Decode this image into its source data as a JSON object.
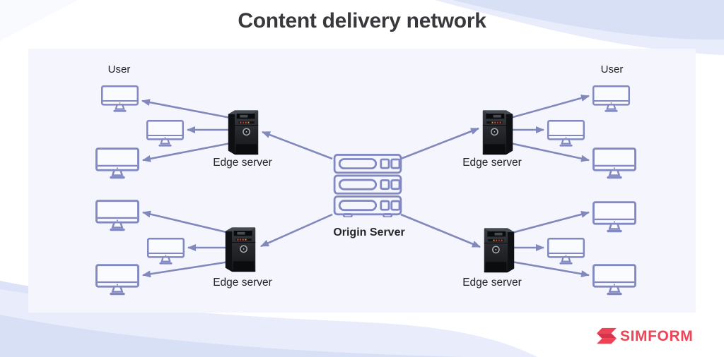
{
  "title": "Content delivery network",
  "logo": {
    "text": "SIMFORM",
    "icon": "simform-s-mark",
    "color": "#ef4456"
  },
  "colors": {
    "panel_background": "#f5f6fd",
    "outline_purple": "#8289c2",
    "arrow": "#8088bc",
    "title_text": "#39393d",
    "label_text": "#232327",
    "wave_dark": "#d8e0f6",
    "wave_light": "#e9edfb",
    "logo_red": "#ef4456"
  },
  "diagram": {
    "origin": {
      "label": "Origin Server",
      "icon": "server-rack-stack"
    },
    "clusters": [
      {
        "position": "top-left",
        "user_label": "User",
        "edge_label": "Edge server",
        "monitor_count": 3
      },
      {
        "position": "top-right",
        "user_label": "User",
        "edge_label": "Edge server",
        "monitor_count": 3
      },
      {
        "position": "bottom-left",
        "edge_label": "Edge server",
        "monitor_count": 3
      },
      {
        "position": "bottom-right",
        "edge_label": "Edge server",
        "monitor_count": 3
      }
    ],
    "connections": [
      {
        "from": "origin-server",
        "to": "edge-server-top-left"
      },
      {
        "from": "origin-server",
        "to": "edge-server-top-right"
      },
      {
        "from": "origin-server",
        "to": "edge-server-bottom-left"
      },
      {
        "from": "origin-server",
        "to": "edge-server-bottom-right"
      },
      {
        "from": "edge-server-top-left",
        "to": "user-monitors-top-left"
      },
      {
        "from": "edge-server-top-right",
        "to": "user-monitors-top-right"
      },
      {
        "from": "edge-server-bottom-left",
        "to": "user-monitors-bottom-left"
      },
      {
        "from": "edge-server-bottom-right",
        "to": "user-monitors-bottom-right"
      }
    ]
  }
}
